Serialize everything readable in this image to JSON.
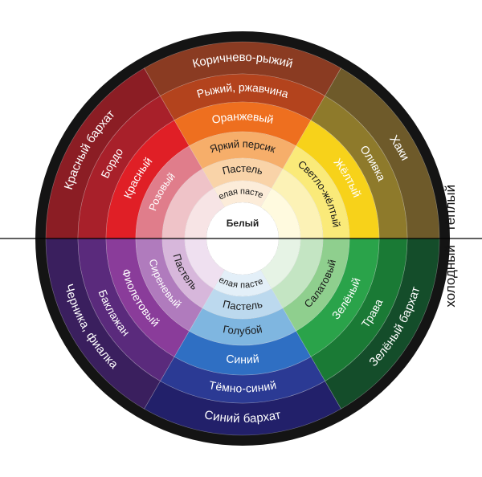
{
  "wheel": {
    "colors": {
      "border": "#141414",
      "axis": "#000000",
      "center": "#ffffff"
    },
    "side_labels": {
      "warm": "тёплый",
      "cold": "холодный"
    },
    "center_label": "Белый",
    "sectors": [
      {
        "id": "red",
        "rings": [
          {
            "label": "Красный бархат",
            "color": "#8b1d24",
            "text": "light"
          },
          {
            "label": "Бордо",
            "color": "#a8202a",
            "text": "light"
          },
          {
            "label": "Красный",
            "color": "#e01f26",
            "text": "light"
          },
          {
            "label": "Розовый",
            "color": "#e07d8b",
            "text": "light"
          },
          {
            "label": "",
            "color": "#efc3c8",
            "text": "dark"
          },
          {
            "label": "",
            "color": "#f7e4e5",
            "text": "dark"
          }
        ]
      },
      {
        "id": "orange",
        "rings": [
          {
            "label": "Коричнево-рыжий",
            "color": "#8a3b22",
            "text": "light"
          },
          {
            "label": "Рыжий, ржавчина",
            "color": "#b3431d",
            "text": "light"
          },
          {
            "label": "Оранжевый",
            "color": "#ee6f1f",
            "text": "light"
          },
          {
            "label": "Яркий персик",
            "color": "#f6ae6a",
            "text": "dark"
          },
          {
            "label": "Пастель",
            "color": "#f9d3a8",
            "text": "dark"
          },
          {
            "label": "",
            "color": "#fcecd9",
            "text": "dark"
          }
        ]
      },
      {
        "id": "yellow",
        "rings": [
          {
            "label": "Хаки",
            "color": "#6e5a2a",
            "text": "light"
          },
          {
            "label": "Оливка",
            "color": "#8e7a2b",
            "text": "light"
          },
          {
            "label": "Жёлтый",
            "color": "#f7d21a",
            "text": "light"
          },
          {
            "label": "Светло-жёлтый",
            "color": "#faea79",
            "text": "dark"
          },
          {
            "label": "",
            "color": "#fcf2b6",
            "text": "dark"
          },
          {
            "label": "",
            "color": "#fffadf",
            "text": "dark"
          }
        ]
      },
      {
        "id": "green",
        "rings": [
          {
            "label": "Зелёный бархат",
            "color": "#144d2a",
            "text": "light"
          },
          {
            "label": "Трава",
            "color": "#1a7a35",
            "text": "light"
          },
          {
            "label": "Зелёный",
            "color": "#2aa34a",
            "text": "light"
          },
          {
            "label": "Салатовый",
            "color": "#8fcf8e",
            "text": "dark"
          },
          {
            "label": "",
            "color": "#c4e5c3",
            "text": "dark"
          },
          {
            "label": "",
            "color": "#e6f3e5",
            "text": "dark"
          }
        ]
      },
      {
        "id": "blue",
        "rings": [
          {
            "label": "Синий бархат",
            "color": "#22206a",
            "text": "light"
          },
          {
            "label": "Тёмно-синий",
            "color": "#2b3a94",
            "text": "light"
          },
          {
            "label": "Синий",
            "color": "#2f6fc3",
            "text": "light"
          },
          {
            "label": "Голубой",
            "color": "#7fb6e0",
            "text": "dark"
          },
          {
            "label": "Пастель",
            "color": "#bcd9ee",
            "text": "dark"
          },
          {
            "label": "",
            "color": "#e3eff8",
            "text": "dark"
          }
        ]
      },
      {
        "id": "violet",
        "rings": [
          {
            "label": "Черника, фиалка",
            "color": "#3a1f5e",
            "text": "light"
          },
          {
            "label": "Баклажан",
            "color": "#5a2a7c",
            "text": "light"
          },
          {
            "label": "Фиолетовый",
            "color": "#8a3c9a",
            "text": "light"
          },
          {
            "label": "Сиреневый",
            "color": "#b07bbd",
            "text": "light"
          },
          {
            "label": "Пастель",
            "color": "#d7b7db",
            "text": "dark"
          },
          {
            "label": "",
            "color": "#efe0f0",
            "text": "dark"
          }
        ]
      }
    ],
    "ring_texts": [
      {
        "label": "Белая пастель",
        "ring": 5,
        "sector": "orange"
      },
      {
        "label": "Белая пастель",
        "ring": 5,
        "sector": "blue"
      }
    ]
  }
}
